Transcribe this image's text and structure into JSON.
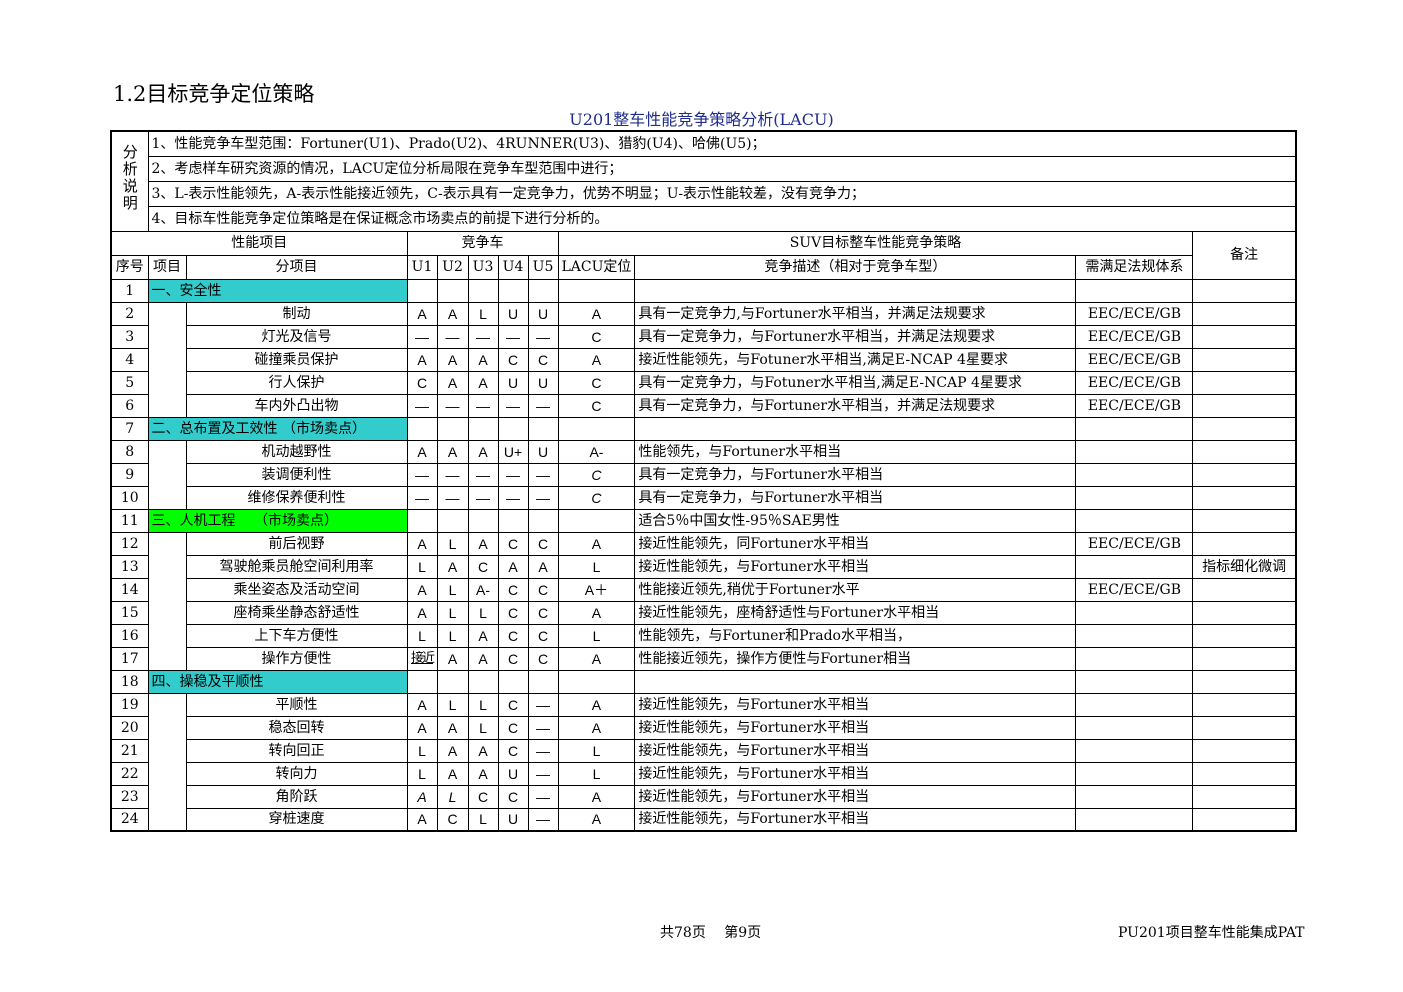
{
  "heading": "1.2目标竞争定位策略",
  "subtitle": "U201整车性能竞争策略分析(LACU)",
  "analysis": {
    "label": "分析说明",
    "lines": [
      "1、性能竞争车型范围：Fortuner(U1)、Prado(U2)、4RUNNER(U3)、猎豹(U4)、哈佛(U5)；",
      "2、考虑样车研究资源的情况，LACU定位分析局限在竞争车型范围中进行；",
      "3、L-表示性能领先，A-表示性能接近领先，C-表示具有一定竞争力，优势不明显；U-表示性能较差，没有竞争力；",
      "4、目标车性能竞争定位策略是在保证概念市场卖点的前提下进行分析的。"
    ]
  },
  "header": {
    "perf_items": "性能项目",
    "competitors": "竞争车",
    "strategy": "SUV目标整车性能竞争策略",
    "remarks": "备注",
    "seq": "序号",
    "item": "项目",
    "sub_item": "分项目",
    "u1": "U1",
    "u2": "U2",
    "u3": "U3",
    "u4": "U4",
    "u5": "U5",
    "lacu": "LACU定位",
    "description": "竞争描述（相对于竞争车型）",
    "regulation": "需满足法规体系"
  },
  "rows": [
    {
      "no": "1",
      "category": "一、安全性",
      "color": "#33cccc"
    },
    {
      "no": "2",
      "sub": "制动",
      "u": [
        "A",
        "A",
        "L",
        "U",
        "U"
      ],
      "lacu": "A",
      "desc": "具有一定竞争力,与Fortuner水平相当，并满足法规要求",
      "reg": "EEC/ECE/GB",
      "note": ""
    },
    {
      "no": "3",
      "sub": "灯光及信号",
      "u": [
        "—",
        "—",
        "—",
        "—",
        "—"
      ],
      "lacu": "C",
      "desc": "具有一定竞争力，与Fortuner水平相当，并满足法规要求",
      "reg": "EEC/ECE/GB",
      "note": ""
    },
    {
      "no": "4",
      "sub": "碰撞乘员保护",
      "u": [
        "A",
        "A",
        "A",
        "C",
        "C"
      ],
      "lacu": "A",
      "desc": "接近性能领先，与Fotuner水平相当,满足E-NCAP 4星要求",
      "reg": "EEC/ECE/GB",
      "note": ""
    },
    {
      "no": "5",
      "sub": "行人保护",
      "u": [
        "C",
        "A",
        "A",
        "U",
        "U"
      ],
      "lacu": "C",
      "desc": "具有一定竞争力，与Fotuner水平相当,满足E-NCAP 4星要求",
      "reg": "EEC/ECE/GB",
      "note": ""
    },
    {
      "no": "6",
      "sub": "车内外凸出物",
      "u": [
        "—",
        "—",
        "—",
        "—",
        "—"
      ],
      "lacu": "C",
      "desc": "具有一定竞争力，与Fortuner水平相当，并满足法规要求",
      "reg": "EEC/ECE/GB",
      "note": ""
    },
    {
      "no": "7",
      "category": "二、总布置及工效性 （市场卖点）",
      "color": "#33cccc"
    },
    {
      "no": "8",
      "sub": "机动越野性",
      "u": [
        "A",
        "A",
        "A",
        "U+",
        "U"
      ],
      "lacu": "A-",
      "desc": "性能领先，与Fortuner水平相当",
      "reg": "",
      "note": ""
    },
    {
      "no": "9",
      "sub": "装调便利性",
      "u": [
        "—",
        "—",
        "—",
        "—",
        "—"
      ],
      "lacu": "C",
      "desc": "具有一定竞争力，与Fortuner水平相当",
      "reg": "",
      "note": ""
    },
    {
      "no": "10",
      "sub": "维修保养便利性",
      "u": [
        "—",
        "—",
        "—",
        "—",
        "—"
      ],
      "lacu": "C",
      "desc": "具有一定竞争力，与Fortuner水平相当",
      "reg": "",
      "note": ""
    },
    {
      "no": "11",
      "category": "三、人机工程　 （市场卖点）",
      "color": "#00ff00",
      "desc": "适合5％中国女性-95％SAE男性"
    },
    {
      "no": "12",
      "sub": "前后视野",
      "u": [
        "A",
        "L",
        "A",
        "C",
        "C"
      ],
      "lacu": "A",
      "desc": "接近性能领先，同Fortuner水平相当",
      "reg": "EEC/ECE/GB",
      "note": ""
    },
    {
      "no": "13",
      "sub": "驾驶舱乘员舱空间利用率",
      "u": [
        "L",
        "A",
        "C",
        "A",
        "A"
      ],
      "lacu": "L",
      "desc": "接近性能领先，与Fortuner水平相当",
      "reg": "",
      "note": "指标细化微调"
    },
    {
      "no": "14",
      "sub": "乘坐姿态及活动空间",
      "u": [
        "A",
        "L",
        "A-",
        "C",
        "C"
      ],
      "lacu": "A＋",
      "desc": "性能接近领先,稍优于Fortuner水平",
      "reg": "EEC/ECE/GB",
      "note": ""
    },
    {
      "no": "15",
      "sub": "座椅乘坐静态舒适性",
      "u": [
        "A",
        "L",
        "L",
        "C",
        "C"
      ],
      "lacu": "A",
      "desc": "接近性能领先，座椅舒适性与Fortuner水平相当",
      "reg": "",
      "note": ""
    },
    {
      "no": "16",
      "sub": "上下车方便性",
      "u": [
        "L",
        "L",
        "A",
        "C",
        "C"
      ],
      "lacu": "L",
      "desc": "性能领先，与Fortuner和Prado水平相当，",
      "reg": "",
      "note": ""
    },
    {
      "no": "17",
      "sub": "操作方便性",
      "u": [
        "接近",
        "A",
        "A",
        "C",
        "C"
      ],
      "lacu": "A",
      "desc": "性能接近领先，操作方便性与Fortuner相当",
      "reg": "",
      "note": ""
    },
    {
      "no": "18",
      "category": "四、操稳及平顺性",
      "color": "#33cccc"
    },
    {
      "no": "19",
      "sub": "平顺性",
      "u": [
        "A",
        "L",
        "L",
        "C",
        "—"
      ],
      "lacu": "A",
      "desc": "接近性能领先，与Fortuner水平相当",
      "reg": "",
      "note": ""
    },
    {
      "no": "20",
      "sub": "稳态回转",
      "u": [
        "A",
        "A",
        "L",
        "C",
        "—"
      ],
      "lacu": "A",
      "desc": "接近性能领先，与Fortuner水平相当",
      "reg": "",
      "note": ""
    },
    {
      "no": "21",
      "sub": "转向回正",
      "u": [
        "L",
        "A",
        "A",
        "C",
        "—"
      ],
      "lacu": "L",
      "desc": "接近性能领先，与Fortuner水平相当",
      "reg": "",
      "note": ""
    },
    {
      "no": "22",
      "sub": "转向力",
      "u": [
        "L",
        "A",
        "A",
        "U",
        "—"
      ],
      "lacu": "L",
      "desc": "接近性能领先，与Fortuner水平相当",
      "reg": "",
      "note": ""
    },
    {
      "no": "23",
      "sub": "角阶跃",
      "u": [
        "A",
        "L",
        "C",
        "C",
        "—"
      ],
      "lacu": "A",
      "desc": "接近性能领先，与Fortuner水平相当",
      "reg": "",
      "note": ""
    },
    {
      "no": "24",
      "sub": "穿桩速度",
      "u": [
        "A",
        "C",
        "L",
        "U",
        "—"
      ],
      "lacu": "A",
      "desc": "接近性能领先，与Fortuner水平相当",
      "reg": "",
      "note": ""
    }
  ],
  "footer": {
    "pages": "共78页　 第9页",
    "project": "PU201项目整车性能集成PAT"
  }
}
